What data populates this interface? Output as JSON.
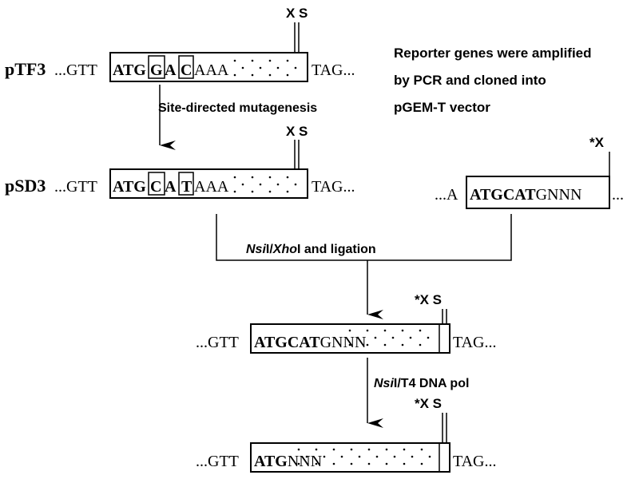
{
  "top_construct": {
    "name": "pTF3",
    "left_flank": "...GTT",
    "boxed_seq": "ATGGACAAA",
    "right_flank": "TAG...",
    "sites": "X S"
  },
  "mutagenesis_step": "Site-directed mutagenesis",
  "mutant_construct": {
    "name": "pSD3",
    "left_flank": "...GTT",
    "boxed_seq": "ATGCATAAA",
    "right_flank": "TAG...",
    "sites": "X S"
  },
  "reporter_note": [
    "Reporter genes were amplified",
    "by PCR and cloned into",
    "pGEM-T vector"
  ],
  "reporter_fragment": {
    "left_flank": "...A",
    "boxed_seq": "ATGCATGNNN",
    "right_flank": "...",
    "site": "*X"
  },
  "ligation_step": {
    "enzyme1": "Nsi",
    "sep": "I/",
    "enzyme2": "Xho",
    "rest": "I and ligation"
  },
  "fusion_construct": {
    "left_flank": "...GTT",
    "boxed_seq": "ATGCATGNNN",
    "right_flank": "TAG...",
    "sites": "*X S"
  },
  "t4_step": {
    "enzyme": "Nsi",
    "rest": "I/T4 DNA pol"
  },
  "final_construct": {
    "left_flank": "...GTT",
    "boxed_seq": "ATGNNN",
    "right_flank": "TAG...",
    "sites": "*X S"
  }
}
